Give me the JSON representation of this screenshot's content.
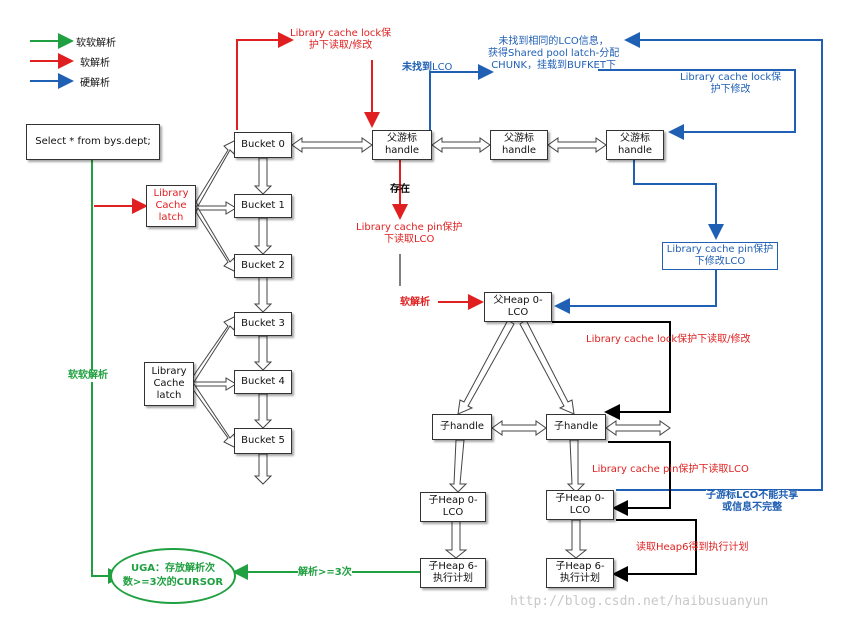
{
  "legend": [
    {
      "label": "软软解析",
      "color": "#20a040"
    },
    {
      "label": "软解析",
      "color": "#e02020"
    },
    {
      "label": "硬解析",
      "color": "#1f5fb4"
    }
  ],
  "nodes": {
    "sql": "Select * from bys.dept;",
    "latch1": "Library\nCache\nlatch",
    "latch2": "Library\nCache\nlatch",
    "buckets": [
      "Bucket 0",
      "Bucket 1",
      "Bucket 2",
      "Bucket 3",
      "Bucket 4",
      "Bucket 5"
    ],
    "parent_handles": [
      "父游标\nhandle",
      "父游标\nhandle",
      "父游标\nhandle"
    ],
    "parent_heap": "父Heap 0-\nLCO",
    "child_handles": [
      "子handle",
      "子handle"
    ],
    "child_heap0": [
      "子Heap 0-\nLCO",
      "子Heap 0-\nLCO"
    ],
    "child_heap6": [
      "子Heap 6-\n执行计划",
      "子Heap 6-\n执行计划"
    ],
    "uga": "UGA：存放解析次\n数>=3次的CURSOR",
    "pin_box": "Library cache pin保护\n下修改LCO"
  },
  "labels": {
    "lock_top": "Library cache lock保\n护下读取/修改",
    "not_found": "未找到",
    "not_found_lco": "LCO",
    "hard_parse_desc": "未找到相同的LCO信息，\n获得Shared pool latch-分配\nCHUNK，挂载到BUFKET下",
    "lock_right": "Library cache lock保\n护下修改",
    "exists": "存在",
    "pin_read": "Library cache pin保护\n下读取LCO",
    "soft_parse": "软解析",
    "lock_mid": "Library cache lock保护下读取/修改",
    "pin_mid": "Library cache pin保护下读取LCO",
    "child_not_shared": "子游标LCO不能共享\n或信息不完整",
    "read_heap6": "读取Heap6得到执行计划",
    "soft_soft": "软软解析",
    "parse_ge3": "解析>=3次"
  },
  "watermark": "http://blog.csdn.net/haibusuanyun"
}
